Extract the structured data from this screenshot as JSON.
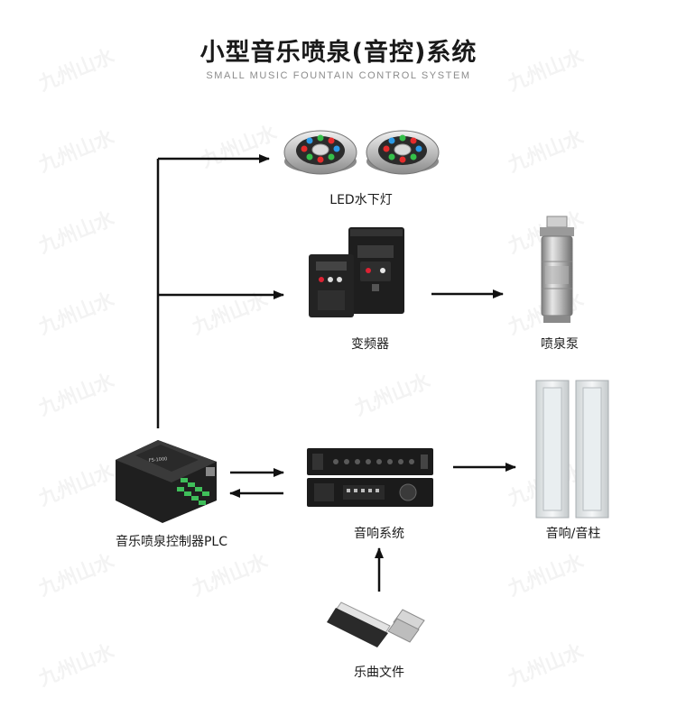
{
  "title": "小型音乐喷泉(音控)系统",
  "subtitle": "SMALL MUSIC FOUNTAIN CONTROL SYSTEM",
  "watermark": "九州山水",
  "nodes": {
    "led_light": "LED水下灯",
    "inverter": "变频器",
    "fountain_pump": "喷泉泵",
    "plc": "音乐喷泉控制器PLC",
    "audio_system": "音响系统",
    "speakers": "音响/音柱",
    "music_files": "乐曲文件"
  },
  "plc_device_text": "FS-1000",
  "colors": {
    "arrow": "#111111",
    "text": "#1a1a1a",
    "subtitle": "#8c8c8c"
  }
}
